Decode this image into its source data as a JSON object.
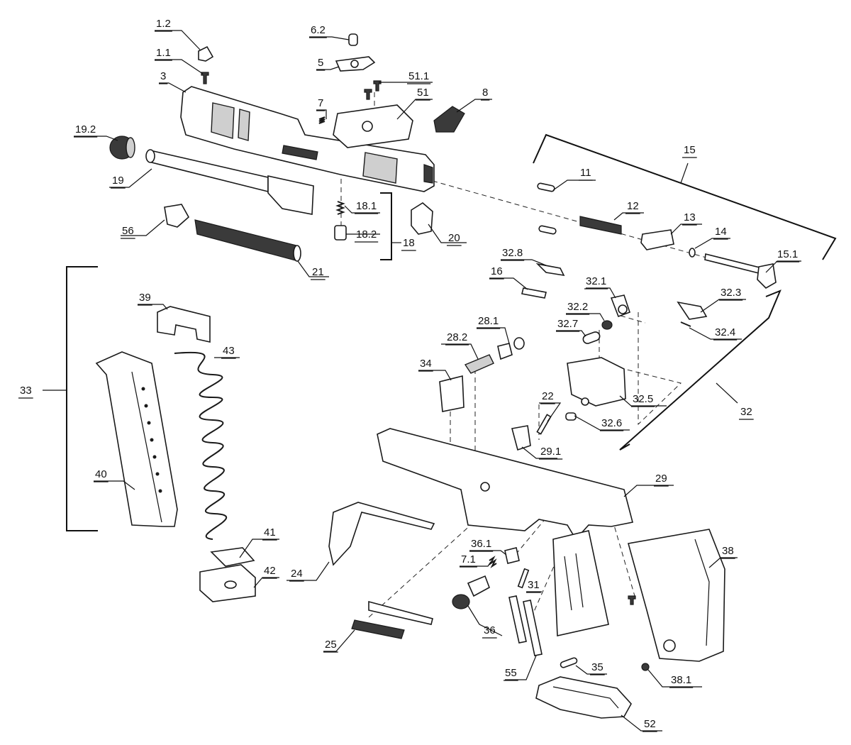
{
  "diagram": {
    "labels": {
      "l_1_2": "1.2",
      "l_1_1": "1.1",
      "l_3": "3",
      "l_6_2": "6.2",
      "l_5": "5",
      "l_51_1": "51.1",
      "l_51": "51",
      "l_7": "7",
      "l_8": "8",
      "l_19_2": "19.2",
      "l_19": "19",
      "l_15": "15",
      "l_11": "11",
      "l_12": "12",
      "l_13": "13",
      "l_14": "14",
      "l_15_1": "15.1",
      "l_18_1": "18.1",
      "l_18_2": "18.2",
      "l_18": "18",
      "l_20": "20",
      "l_56": "56",
      "l_21": "21",
      "l_32_8": "32.8",
      "l_16": "16",
      "l_32_1": "32.1",
      "l_32_3": "32.3",
      "l_32_2": "32.2",
      "l_32_7": "32.7",
      "l_32_4": "32.4",
      "l_39": "39",
      "l_43": "43",
      "l_33": "33",
      "l_28_1": "28.1",
      "l_28_2": "28.2",
      "l_34": "34",
      "l_22": "22",
      "l_32_5": "32.5",
      "l_32_6": "32.6",
      "l_32": "32",
      "l_29_1": "29.1",
      "l_29": "29",
      "l_40": "40",
      "l_41": "41",
      "l_42": "42",
      "l_24": "24",
      "l_36_1": "36.1",
      "l_7_1": "7.1",
      "l_31": "31",
      "l_38": "38",
      "l_36": "36",
      "l_25": "25",
      "l_55": "55",
      "l_35": "35",
      "l_38_1": "38.1",
      "l_52": "52"
    }
  }
}
